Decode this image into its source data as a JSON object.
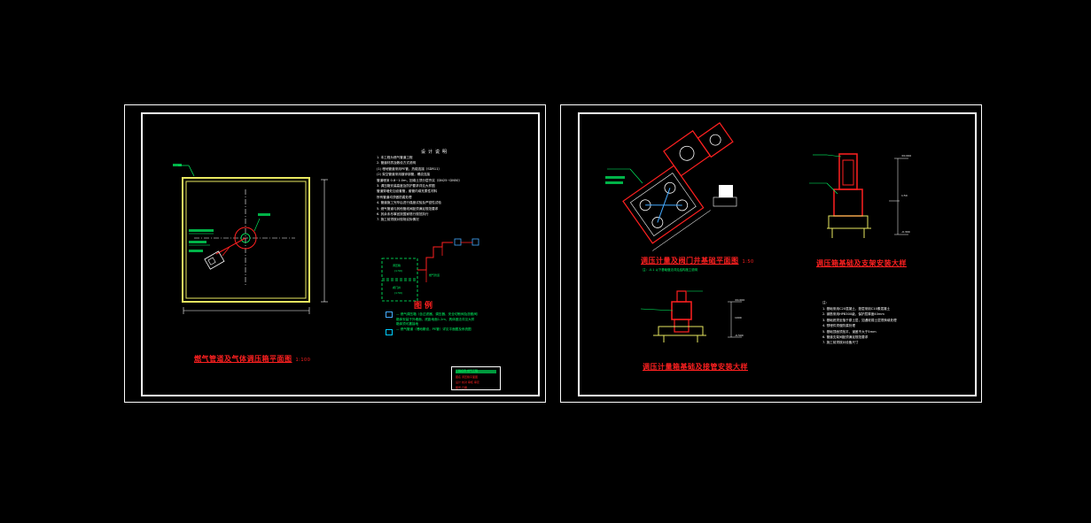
{
  "sheets": [
    {
      "title": "燃气管道及气体调压箱平面图",
      "scale": "1:100",
      "notes_title": "设计说明",
      "notes": [
        "1. 本工程为燃气管道工程",
        "2. 管道材质及敷设方式说明",
        "  (1) 埋地管道采用PE管，热熔连接（SDR11）",
        "  (2) 架空管道采用镀锌钢管，螺纹连接",
        "  管道埋深 0.8~1.0m，回填土须分层夯实（DN25~DN50）",
        "3. 调压箱安装高度及防护要求详见大样图",
        "  管道穿墙处加设套管，套管内填充柔性材料",
        "  所有管道均须做防腐处理",
        "4. 管道施工完毕后进行强度试验及严密性试验",
        "5. 燃气管道与其他管线间距须满足规范要求",
        "6. 其余未尽事宜按国家现行规范执行",
        "7. 施工前须核对现场实际情况"
      ],
      "legend_title": "图例",
      "legend": [
        "— 燃气调压箱（含过滤器、调压器、安全切断阀及放散阀）",
        "  箱体安装于外墙面，底距地面1.2m，具体做法详见大样",
        "  箱体须可靠接地",
        "— 燃气管道（埋地敷设，PE管）详见平面图及系统图"
      ],
      "box_labels": [
        "调压箱",
        "(1:50)",
        "阀门井",
        "(1:50)"
      ],
      "pipe_label": "燃气管道"
    },
    {
      "titles": [
        "调压计量及阀门井基础平面图",
        "调压计量箱基础及接管安装大样",
        "调压箱基础及支架安装大样"
      ],
      "scale": "1:50",
      "sub_note": "注：-0.1 以下基础做法详见结构施工说明",
      "notes_title": "注：",
      "notes": [
        "1. 基础采用C20混凝土，垫层采用C10素混凝土",
        "2. 钢筋采用HPB300级，保护层厚度40mm",
        "3. 基础底须坐落于原土层，如遇软弱土层须换填处理",
        "4. 预埋件须做防腐处理",
        "5. 基础顶面须找平，误差不大于5mm",
        "6. 管道支架间距须满足规范要求",
        "7. 施工前须核对设备尺寸"
      ],
      "dims": [
        "±0.000",
        "1:50",
        "-0.300",
        "1000",
        "±0.000",
        "-0.500"
      ]
    }
  ],
  "stamp": {
    "lines": [
      "工程名称  燃气工程",
      "图名  调压箱平面图",
      "设计  校对  审核  审定",
      "图号  日期"
    ]
  },
  "colors": {
    "background": "#000000",
    "frame": "#ffffff",
    "title": "#ff2020",
    "building": "#e8e860",
    "annotation": "#00ff66",
    "pipe": "#ff2020",
    "legend_icon": "#44aaff"
  }
}
